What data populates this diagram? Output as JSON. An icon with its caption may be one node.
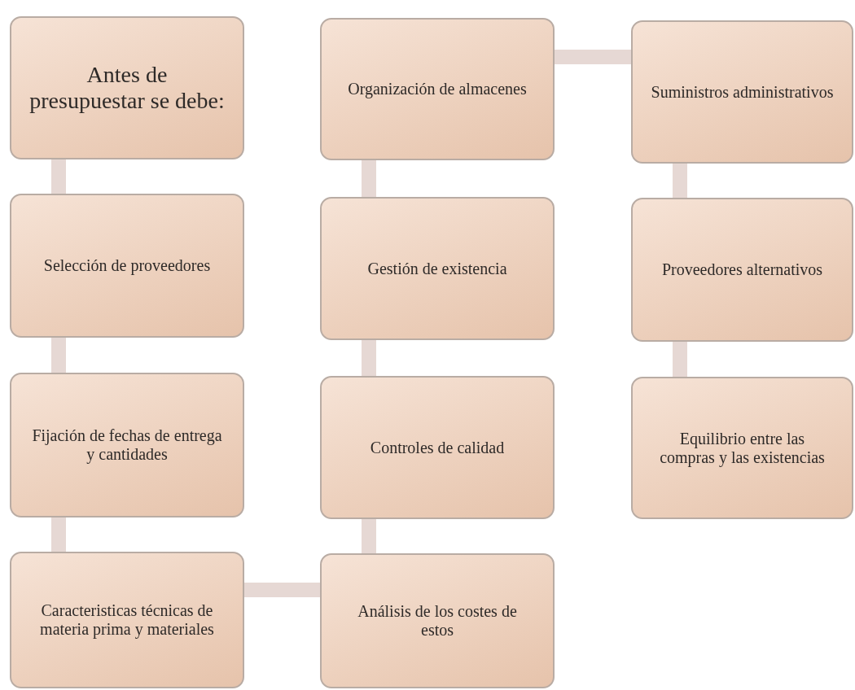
{
  "diagram": {
    "nodes": [
      {
        "text": [
          "Antes de presupuestar se debe:"
        ]
      },
      {
        "text": [
          "Selección de proveedores"
        ]
      },
      {
        "text": [
          "Fijación de fechas de entrega y cantidades"
        ]
      },
      {
        "text": [
          "Caracteristicas técnicas de materia prima y materiales"
        ]
      },
      {
        "text": [
          "Organización de almacenes"
        ]
      },
      {
        "text": [
          "Gestión de existencia"
        ]
      },
      {
        "text": [
          "Controles de calidad"
        ]
      },
      {
        "text": [
          "Análisis de los costes de estos"
        ]
      },
      {
        "text": [
          "Suministros administrativos"
        ]
      },
      {
        "text": [
          "Proveedores alternativos"
        ]
      },
      {
        "text": [
          "Equilibrio entre las compras y las existencias"
        ]
      }
    ],
    "edges": [
      {
        "from": 0,
        "to": 1,
        "arrow": "none"
      },
      {
        "from": 1,
        "to": 2,
        "arrow": "none"
      },
      {
        "from": 2,
        "to": 3,
        "arrow": "none"
      },
      {
        "from": 3,
        "to": 7,
        "arrow": "none"
      },
      {
        "from": 7,
        "to": 6,
        "arrow": "none"
      },
      {
        "from": 6,
        "to": 5,
        "arrow": "none"
      },
      {
        "from": 5,
        "to": 4,
        "arrow": "none"
      },
      {
        "from": 4,
        "to": 8,
        "arrow": "none"
      },
      {
        "from": 8,
        "to": 9,
        "arrow": "none"
      },
      {
        "from": 9,
        "to": 10,
        "arrow": "none"
      }
    ]
  }
}
